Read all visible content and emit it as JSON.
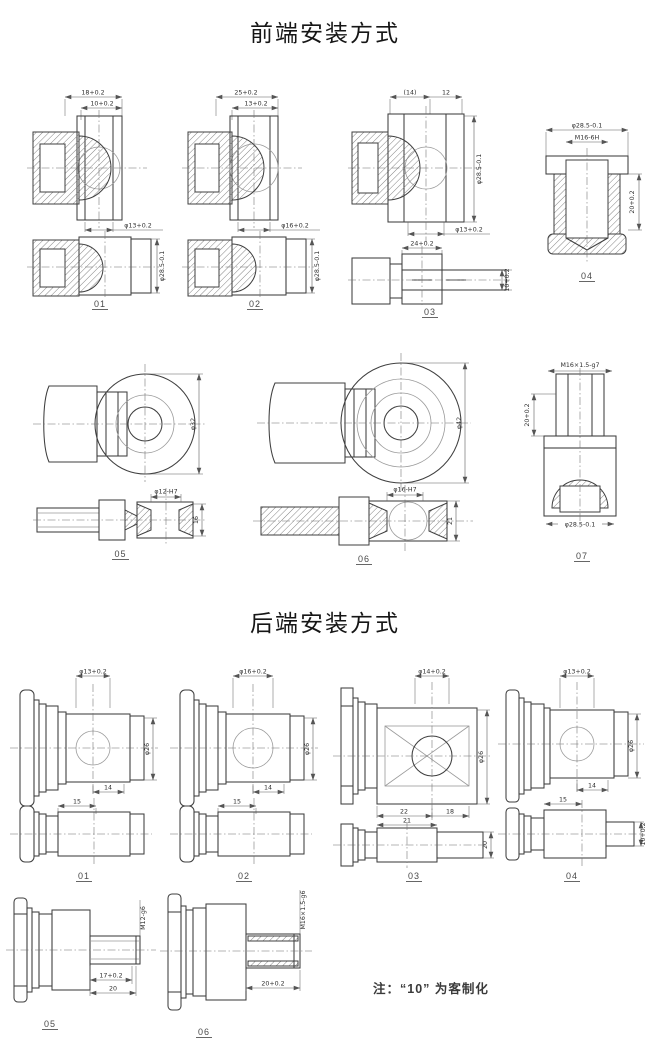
{
  "front": {
    "title": "前端安装方式",
    "d01": {
      "label": "01",
      "dim_w": "18+0.2",
      "dim_slot": "10+0.2",
      "dim_hole": "φ13+0.2",
      "dim_dia": "φ28.5-0.1"
    },
    "d02": {
      "label": "02",
      "dim_w": "25+0.2",
      "dim_slot": "13+0.2",
      "dim_hole": "φ16+0.2",
      "dim_dia": "φ28.5-0.1"
    },
    "d03": {
      "label": "03",
      "dim_w1": "(14)",
      "dim_w2": "12",
      "dim_dia": "φ28.5-0.1",
      "dim_hole": "φ13+0.2",
      "dim_mid": "24+0.2",
      "dim_bot": "10+0.2"
    },
    "d04": {
      "label": "04",
      "dim_dia": "φ28.5-0.1",
      "dim_thread": "M16-6H",
      "dim_len": "20+0.2"
    },
    "d05": {
      "label": "05",
      "dim_dia": "φ32",
      "dim_hole": "φ12-H7",
      "dim_w": "16"
    },
    "d06": {
      "label": "06",
      "dim_dia": "φ42",
      "dim_hole": "φ16-H7",
      "dim_w": "21"
    },
    "d07": {
      "label": "07",
      "dim_thread": "M16×1.5-g7",
      "dim_len": "20+0.2",
      "dim_dia": "φ28.5-0.1"
    }
  },
  "rear": {
    "title": "后端安装方式",
    "d01": {
      "label": "01",
      "dim_hole": "φ13+0.2",
      "dim_dia": "φ26",
      "dim_w": "14",
      "dim_len": "15"
    },
    "d02": {
      "label": "02",
      "dim_hole": "φ16+0.2",
      "dim_dia": "φ26",
      "dim_w": "14",
      "dim_len": "15"
    },
    "d03": {
      "label": "03",
      "dim_hole": "φ14+0.2",
      "dim_dia": "φ26",
      "dim_w1": "22",
      "dim_w2": "18",
      "dim_len": "21",
      "dim_h": "20"
    },
    "d04": {
      "label": "04",
      "dim_hole": "φ13+0.2",
      "dim_dia": "φ26",
      "dim_w": "14",
      "dim_len": "15",
      "dim_ext": "10+0.2"
    },
    "d05": {
      "label": "05",
      "dim_thread": "M12-g6",
      "dim_len1": "17+0.2",
      "dim_len2": "20"
    },
    "d06": {
      "label": "06",
      "dim_thread": "M16×1.5-g6",
      "dim_len": "20+0.2"
    }
  },
  "note": "注：“10” 为客制化"
}
